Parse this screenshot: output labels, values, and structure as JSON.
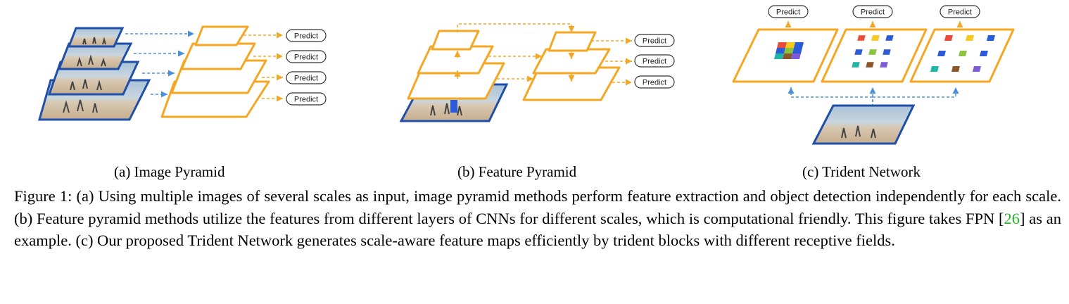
{
  "figure": {
    "predict_label": "Predict",
    "subcaptions": {
      "a": "(a) Image Pyramid",
      "b": "(b) Feature Pyramid",
      "c": "(c) Trident Network"
    },
    "colors": {
      "feature_map_stroke": "#f5a623",
      "image_stroke": "#1f4fa8",
      "blue_arrow": "#4a90e2",
      "orange_arrow": "#f5a623",
      "citation": "#22b322"
    },
    "trident_cell_colors": [
      "#e94b3c",
      "#f8c81c",
      "#2b5bd6",
      "#8bc53f",
      "#1fb5a8",
      "#7e5bd9",
      "#8b572a",
      "#f5a623"
    ]
  },
  "caption": {
    "label": "Figure 1:",
    "part1": "(a) Using multiple images of several scales as input, image pyramid methods perform feature extraction and object detection independently for each scale. (b) Feature pyramid methods utilize the features from different layers of CNNs for different scales, which is computational friendly. This figure takes FPN [",
    "citation": "26",
    "part2": "] as an example. (c) Our proposed Trident Network generates scale-aware feature maps efficiently by trident blocks with different receptive fields."
  }
}
